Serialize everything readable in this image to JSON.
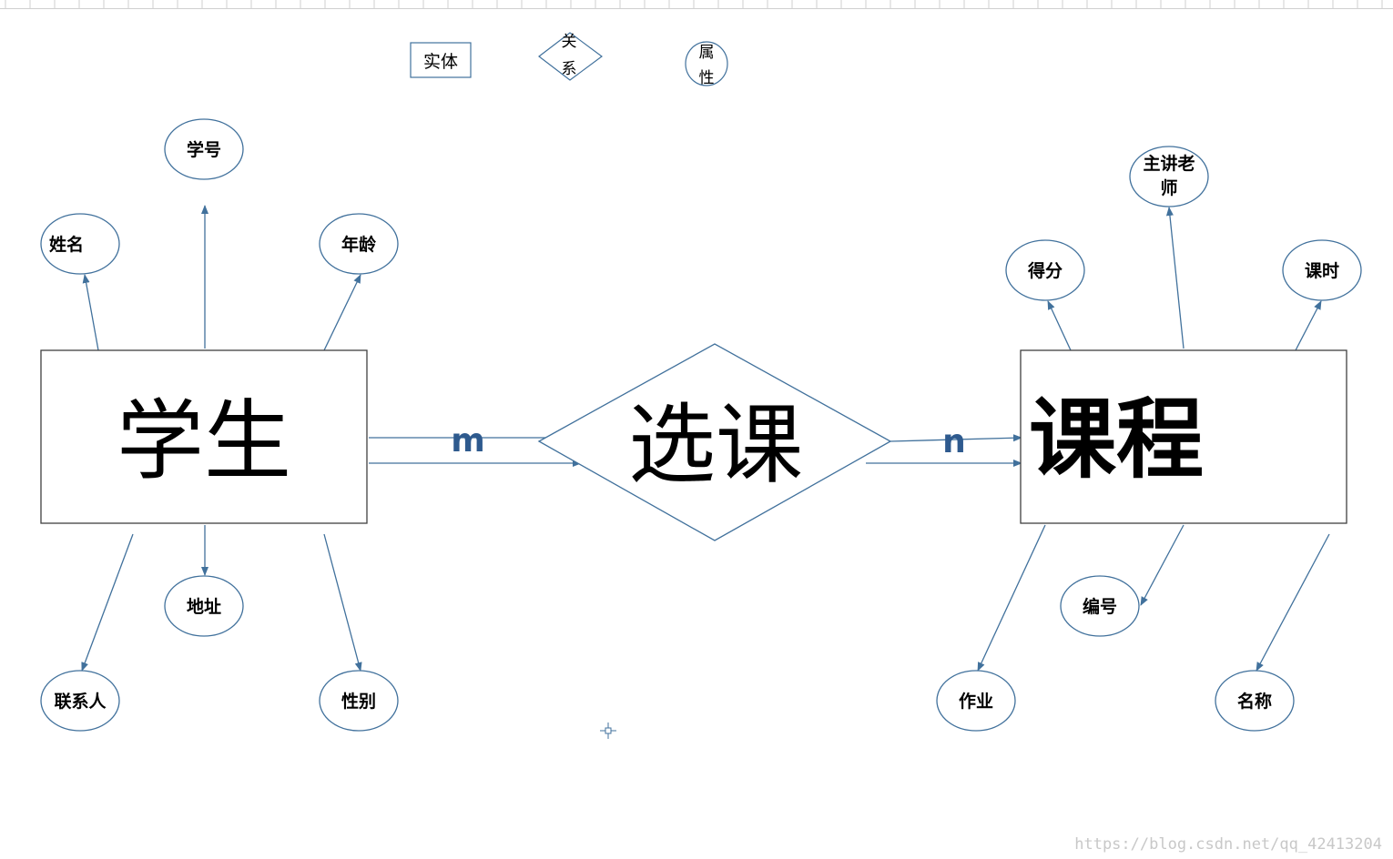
{
  "legend": {
    "entity": "实体",
    "relationship": [
      "关",
      "系"
    ],
    "attribute": [
      "属",
      "性"
    ]
  },
  "entities": {
    "student": "学生",
    "course": "课程"
  },
  "relationship": {
    "label": "选课",
    "card_student": "m",
    "card_course": "n"
  },
  "student_attributes": {
    "id": "学号",
    "name": "姓名",
    "age": "年龄",
    "address": "地址",
    "contact": "联系人",
    "gender": "性别"
  },
  "course_attributes": {
    "teacher": [
      "主讲老",
      "师"
    ],
    "score": "得分",
    "hours": "课时",
    "number": "编号",
    "homework": "作业",
    "title": "名称"
  },
  "watermark": "https://blog.csdn.net/qq_42413204",
  "colors": {
    "line": "#41719c",
    "label": "#2e5a8e",
    "text": "#000000"
  }
}
